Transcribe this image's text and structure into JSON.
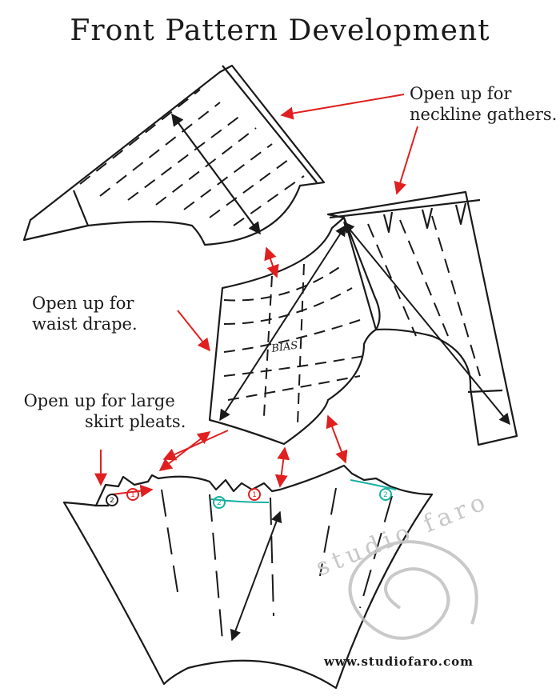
{
  "title": "Front Pattern Development",
  "annotations": {
    "neckline": [
      "Open up for",
      "neckline gathers."
    ],
    "waist": [
      "Open up for",
      "waist drape."
    ],
    "pleats": [
      "Open up for large",
      "skirt pleats."
    ]
  },
  "bodice_label": "BIAS",
  "pleat_markers": [
    "2",
    "1",
    "2",
    "1",
    "2"
  ],
  "watermark": "studio faro",
  "website": "www.studiofaro.com",
  "colors": {
    "ink": "#1a1a1a",
    "arrow": "#e02020",
    "pleat_mark": "#18b0a0"
  }
}
